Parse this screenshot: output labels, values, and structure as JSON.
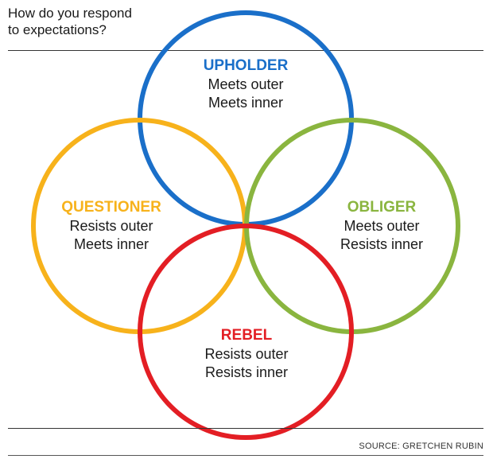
{
  "title": "How do you respond\nto expectations?",
  "source": "SOURCE: GRETCHEN RUBIN",
  "colors": {
    "upholder": "#1a6fc9",
    "questioner": "#f7b21b",
    "obliger": "#8ab53f",
    "rebel": "#e31e24",
    "text": "#1a1a1a"
  },
  "tendencies": [
    {
      "key": "upholder",
      "name": "UPHOLDER",
      "outer": "Meets outer",
      "inner": "Meets inner"
    },
    {
      "key": "questioner",
      "name": "QUESTIONER",
      "outer": "Resists outer",
      "inner": "Meets inner"
    },
    {
      "key": "obliger",
      "name": "OBLIGER",
      "outer": "Meets outer",
      "inner": "Resists inner"
    },
    {
      "key": "rebel",
      "name": "REBEL",
      "outer": "Resists outer",
      "inner": "Resists inner"
    }
  ]
}
